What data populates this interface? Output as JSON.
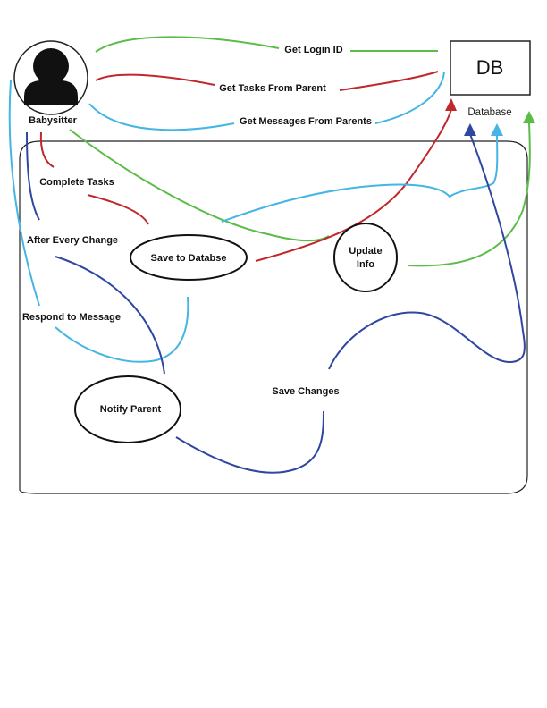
{
  "actor": {
    "name": "Babysitter"
  },
  "datastore": {
    "title": "DB",
    "caption": "Database"
  },
  "flows": {
    "get_login_id": "Get Login ID",
    "get_tasks": "Get Tasks From Parent",
    "get_messages": "Get Messages From Parents"
  },
  "activities": {
    "complete_tasks": "Complete Tasks",
    "after_every_change": "After Every Change",
    "respond_to_message": "Respond to Message",
    "save_changes": "Save Changes"
  },
  "processes": {
    "save_to_database": "Save to Databse",
    "update_info_line1": "Update",
    "update_info_line2": "Info",
    "notify_parent": "Notify Parent"
  },
  "colors": {
    "green": "#5bbd47",
    "red": "#c0282b",
    "light_blue": "#45b5e3",
    "dark_blue": "#2f47a0",
    "ink": "#111111"
  }
}
